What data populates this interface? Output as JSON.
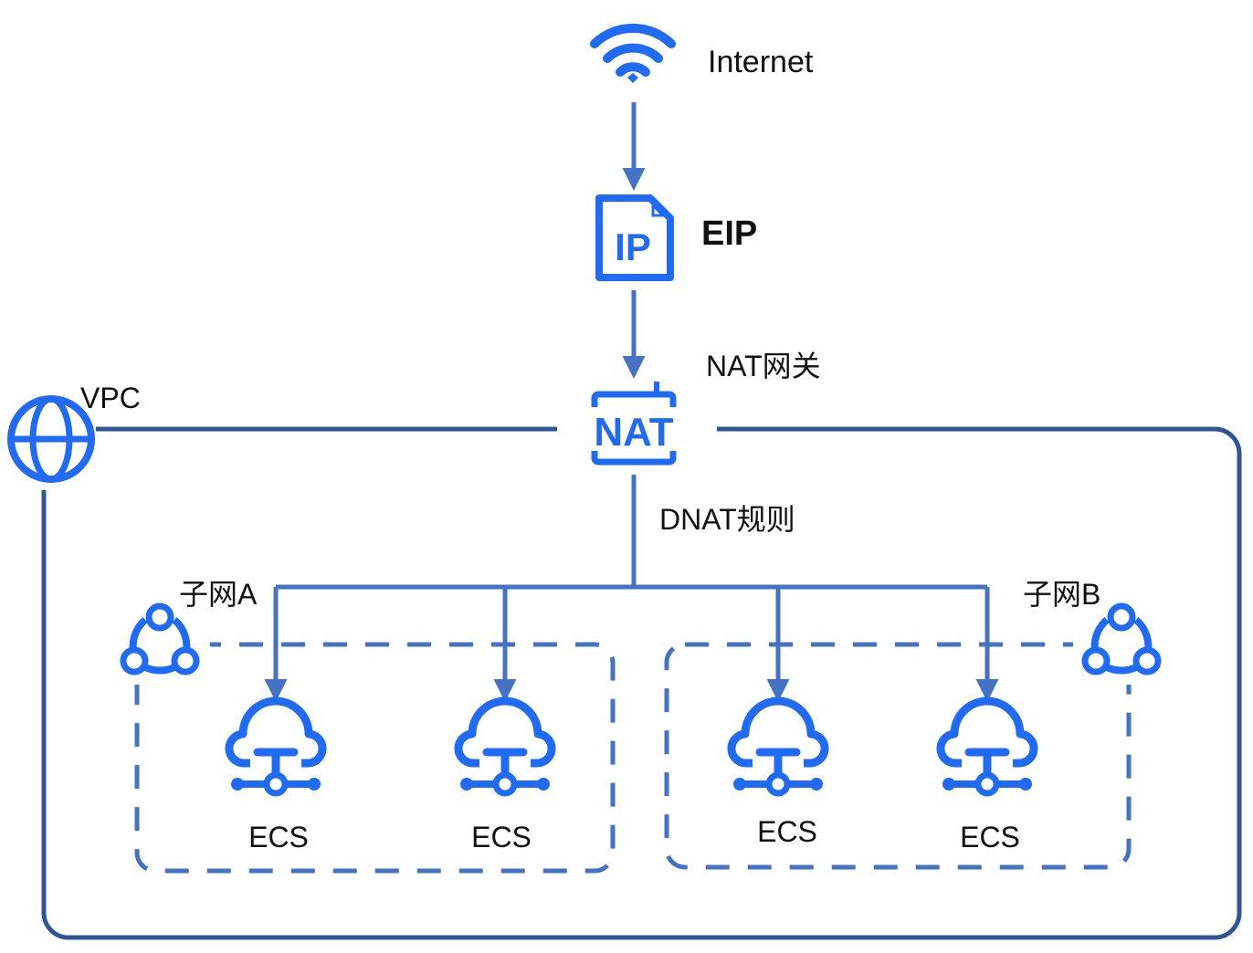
{
  "colors": {
    "icon_blue": "#1F6BF5",
    "connector_blue": "#4472C4",
    "vpc_border": "#2F5597",
    "text": "#111111"
  },
  "nodes": {
    "internet": {
      "label": "Internet",
      "icon": "wifi-icon"
    },
    "eip": {
      "label": "EIP",
      "icon": "ip-file-icon",
      "icon_text": "IP"
    },
    "nat": {
      "label": "NAT网关",
      "icon": "nat-gateway-icon",
      "icon_text": "NAT"
    },
    "vpc": {
      "label": "VPC",
      "icon": "globe-icon"
    },
    "dnat": {
      "label": "DNAT规则"
    }
  },
  "subnets": [
    {
      "label": "子网A",
      "icon": "subnet-icon",
      "servers": [
        {
          "label": "ECS",
          "icon": "ecs-cloud-icon"
        },
        {
          "label": "ECS",
          "icon": "ecs-cloud-icon"
        }
      ]
    },
    {
      "label": "子网B",
      "icon": "subnet-icon",
      "servers": [
        {
          "label": "ECS",
          "icon": "ecs-cloud-icon"
        },
        {
          "label": "ECS",
          "icon": "ecs-cloud-icon"
        }
      ]
    }
  ],
  "edges": [
    {
      "from": "internet",
      "to": "eip",
      "directed": true
    },
    {
      "from": "eip",
      "to": "nat",
      "directed": true
    },
    {
      "from": "nat",
      "to": "subnets.0.servers.0",
      "directed": true,
      "via": "dnat"
    },
    {
      "from": "nat",
      "to": "subnets.0.servers.1",
      "directed": true,
      "via": "dnat"
    },
    {
      "from": "nat",
      "to": "subnets.1.servers.0",
      "directed": true,
      "via": "dnat"
    },
    {
      "from": "nat",
      "to": "subnets.1.servers.1",
      "directed": true,
      "via": "dnat"
    }
  ]
}
